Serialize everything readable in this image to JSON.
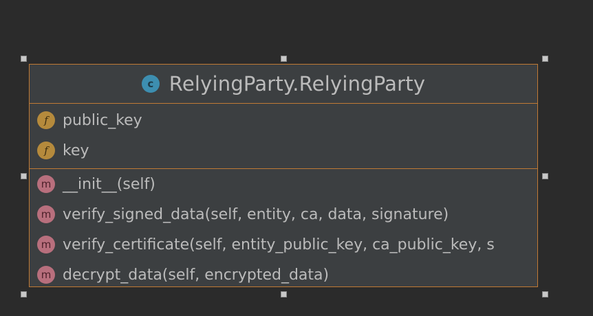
{
  "diagram": {
    "class_icon_letter": "c",
    "class_name": "RelyingParty.RelyingParty",
    "field_icon_letter": "f",
    "method_icon_letter": "m",
    "fields": [
      "public_key",
      "key"
    ],
    "methods": [
      "__init__(self)",
      "verify_signed_data(self, entity, ca, data, signature)",
      "verify_certificate(self, entity_public_key, ca_public_key, s",
      "decrypt_data(self, encrypted_data)"
    ],
    "colors": {
      "background": "#2b2b2b",
      "box_fill": "#3c3f41",
      "box_border": "#c07a35",
      "class_icon": "#3d8eb0",
      "field_icon": "#b58a3c",
      "method_icon": "#b86f7d",
      "text": "#bbbbbb"
    }
  }
}
